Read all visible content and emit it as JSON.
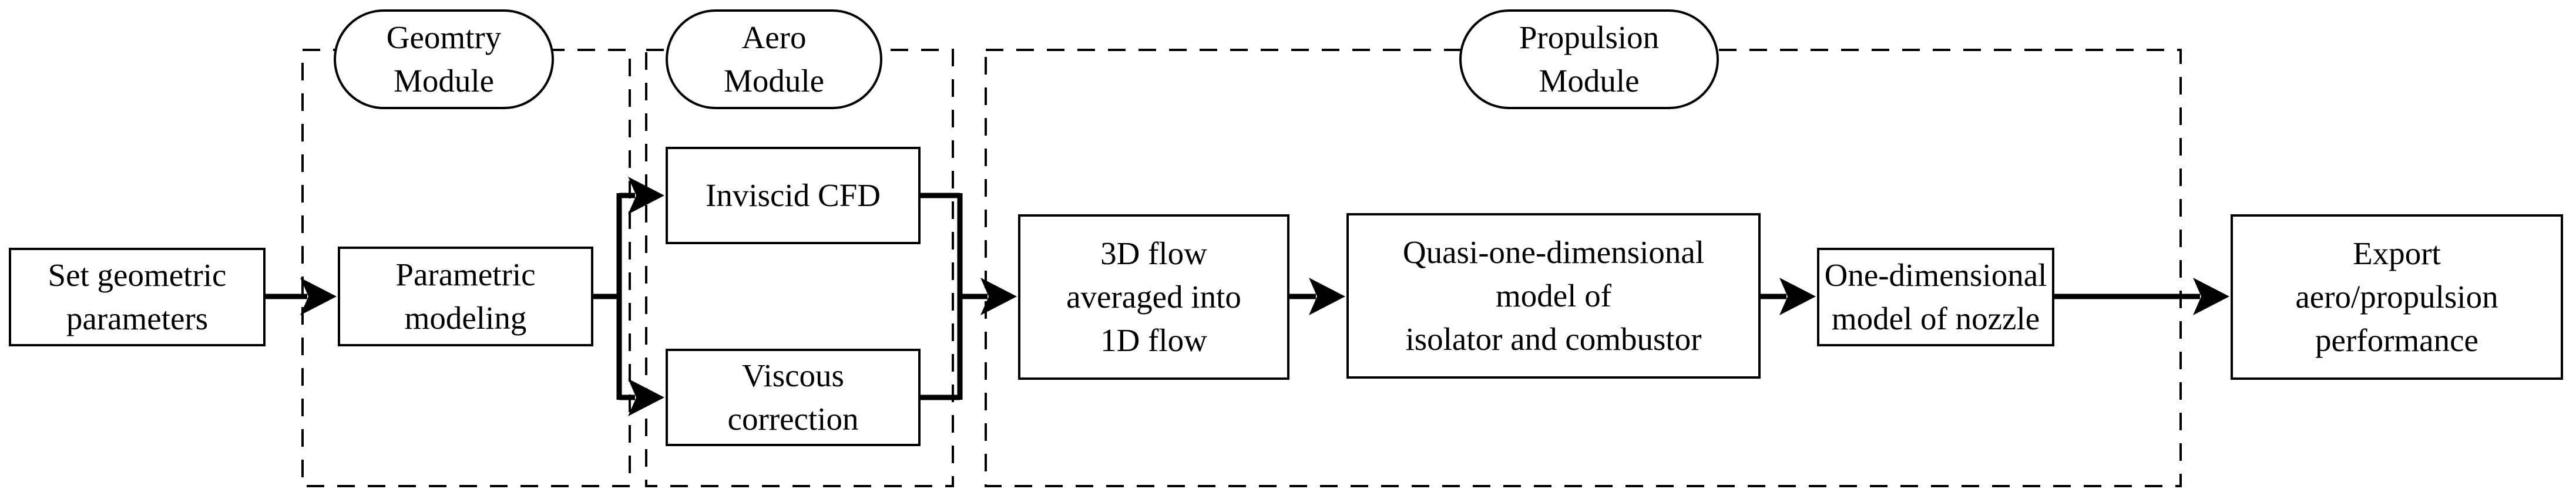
{
  "figure": {
    "background": "#ffffff",
    "line_color": "#000000",
    "modules": [
      {
        "id": "geometry",
        "label": "Geomtry\nModule"
      },
      {
        "id": "aero",
        "label": "Aero\nModule"
      },
      {
        "id": "propulsion",
        "label": "Propulsion\nModule"
      }
    ],
    "nodes": [
      {
        "id": "set-geometric-parameters",
        "label": "Set geometric\nparameters"
      },
      {
        "id": "parametric-modeling",
        "label": "Parametric\nmodeling"
      },
      {
        "id": "inviscid-cfd",
        "label": "Inviscid CFD"
      },
      {
        "id": "viscous-correction",
        "label": "Viscous\ncorrection"
      },
      {
        "id": "3d-flow-averaged",
        "label": "3D flow\naveraged into\n1D flow"
      },
      {
        "id": "quasi-1d-isolator-combustor",
        "label": "Quasi-one-dimensional\nmodel of\nisolator and combustor"
      },
      {
        "id": "1d-nozzle-model",
        "label": "One-dimensional\nmodel of nozzle"
      },
      {
        "id": "export-performance",
        "label": "Export\naero/propulsion\nperformance"
      }
    ]
  }
}
